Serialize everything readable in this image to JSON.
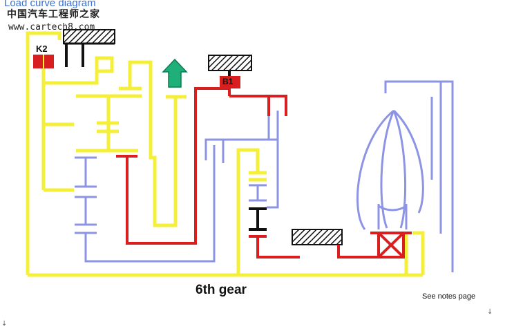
{
  "header": {
    "title": "Load curve diagram",
    "watermark_cn": "中国汽车工程师之家",
    "watermark_url": "www.cartech8.com"
  },
  "labels": {
    "clutch_k2": "K2",
    "brake_b1": "B1"
  },
  "caption": "6th gear",
  "notes": "See notes page",
  "markers": [
    "↓",
    "↓"
  ],
  "colors": {
    "yellow": "#f4ef3a",
    "red": "#d81e1e",
    "blue": "#8e94e4",
    "black": "#111111",
    "green": "#1fb07a",
    "title_blue": "#3a6fd0"
  },
  "icons": {
    "output_arrow": "up-arrow-icon",
    "housing": "hatched-housing-icon"
  }
}
